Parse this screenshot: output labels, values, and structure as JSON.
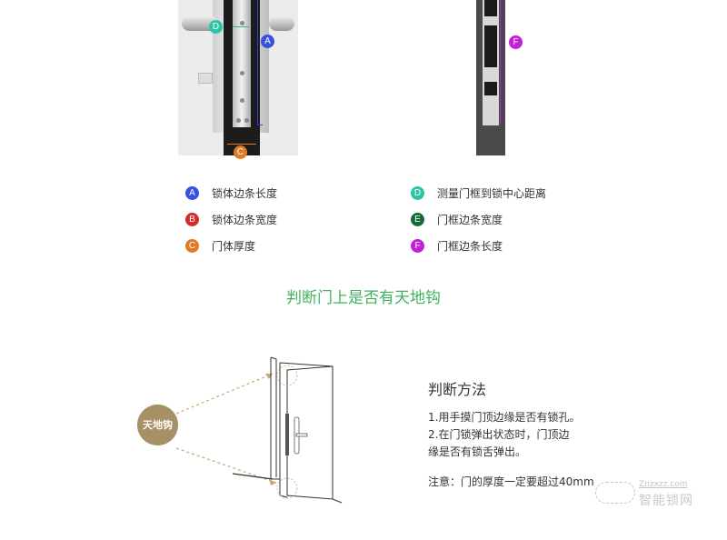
{
  "diagram_top": {
    "lock_markers": {
      "A": "A",
      "C": "C",
      "D": "D"
    },
    "frame_markers": {
      "F": "F"
    }
  },
  "legend": {
    "items": [
      {
        "letter": "A",
        "label": "锁体边条长度",
        "color": "#3a4fe0"
      },
      {
        "letter": "B",
        "label": "锁体边条宽度",
        "color": "#d62b2b"
      },
      {
        "letter": "C",
        "label": "门体厚度",
        "color": "#e07a24"
      },
      {
        "letter": "D",
        "label": "测量门框到锁中心距离",
        "color": "#2bc4a5"
      },
      {
        "letter": "E",
        "label": "门框边条宽度",
        "color": "#166b34"
      },
      {
        "letter": "F",
        "label": "门框边条长度",
        "color": "#c51fd8"
      }
    ]
  },
  "section": {
    "title": "判断门上是否有天地钩"
  },
  "illustration": {
    "badge_label": "天地钩"
  },
  "method": {
    "title": "判断方法",
    "lines": [
      "1.用手摸门顶边缘是否有锁孔。",
      "2.在门锁弹出状态时，门顶边",
      "缘是否有锁舌弹出。"
    ],
    "note": "注意：门的厚度一定要超过40mm"
  },
  "watermark": {
    "url": "Znzxzz.com",
    "name": "智能锁网"
  }
}
